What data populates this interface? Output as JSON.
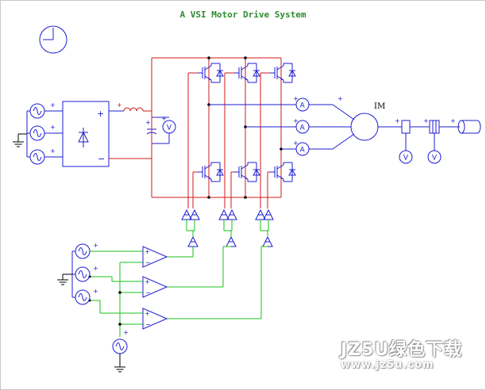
{
  "diagram": {
    "title": "A VSI Motor Drive System",
    "motor_label": "IM",
    "ammeter_symbol": "A",
    "voltmeter_symbol": "V",
    "plus_sign": "+",
    "minus_sign": "-"
  },
  "watermark": {
    "main_text": "JZ5U绿色下载",
    "url_text": "www.jz5u.com"
  },
  "colors": {
    "component": "#1c1cd0",
    "power_wire": "#d01818",
    "signal_wire": "#18c018",
    "ground_wire": "#000000",
    "title": "#2e8b2e"
  },
  "icons": [
    "clock-icon",
    "ac-source-icon",
    "rectifier-icon",
    "inductor-icon",
    "capacitor-icon",
    "igbt-icon",
    "ammeter-icon",
    "voltmeter-icon",
    "motor-icon",
    "comparator-icon",
    "gating-block-icon",
    "ground-icon"
  ]
}
